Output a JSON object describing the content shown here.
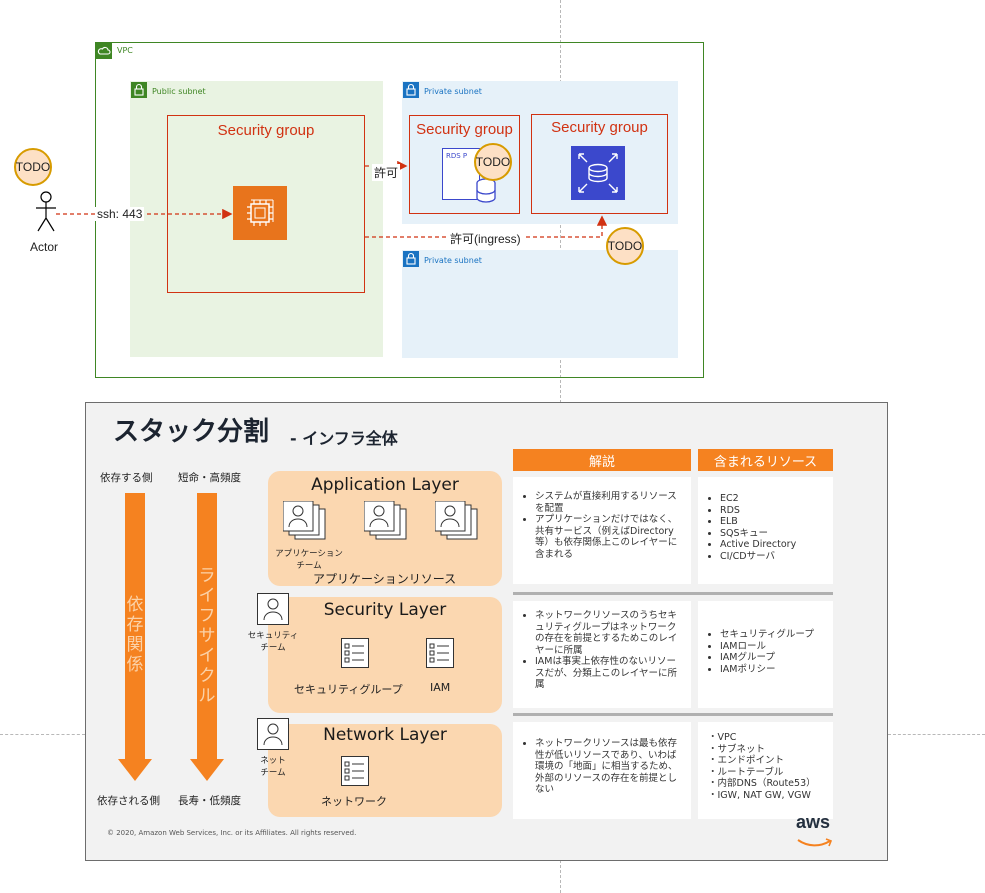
{
  "diagram": {
    "vpc_label": "VPC",
    "public_subnet_label": "Public subnet",
    "private_subnet_1_label": "Private subnet",
    "private_subnet_2_label": "Private subnet",
    "sg_public_label": "Security group",
    "sg_proxy_label": "Security group",
    "sg_rds_label": "Security group",
    "rds_proxy_label": "RDS P",
    "actor_label": "Actor",
    "ssh_label": "ssh: 443",
    "allow_label": "許可",
    "allow_ingress_label": "許可(ingress)",
    "todo_1": "TODO",
    "todo_2": "TODO",
    "todo_3": "TODO",
    "colors": {
      "vpc": "#3f8624",
      "private": "#1a73c2",
      "security_group": "#d13212",
      "ec2": "#e8741c",
      "rds": "#3b48cc",
      "todo_fill": "#fde0c5",
      "todo_border": "#d79b00"
    }
  },
  "slide": {
    "title": "スタック分割",
    "subtitle": "- インフラ全体",
    "left_top_1": "依存する側",
    "left_top_2": "短命・高頻度",
    "left_bottom_1": "依存される側",
    "left_bottom_2": "長寿・低頻度",
    "arrow_text_1": "依存関係",
    "arrow_text_2": "ライフサイクル",
    "header_desc": "解説",
    "header_res": "含まれるリソース",
    "app_layer": {
      "title": "Application Layer",
      "team": "アプリケーション\nチーム",
      "resource": "アプリケーションリソース"
    },
    "sec_layer": {
      "title": "Security Layer",
      "team": "セキュリティ\nチーム",
      "res_1": "セキュリティグループ",
      "res_2": "IAM"
    },
    "net_layer": {
      "title": "Network Layer",
      "team": "ネット\nチーム",
      "res_1": "ネットワーク"
    },
    "desc_app": [
      "システムが直接利用するリソースを配置",
      "アプリケーションだけではなく、共有サービス（例えばDirectory等）も依存関係上このレイヤーに含まれる"
    ],
    "desc_sec": [
      "ネットワークリソースのうちセキュリティグループはネットワークの存在を前提とするためこのレイヤーに所属",
      "IAMは事実上依存性のないリソースだが、分類上このレイヤーに所属"
    ],
    "desc_net": [
      "ネットワークリソースは最も依存性が低いリソースであり、いわば環境の「地面」に相当するため、外部のリソースの存在を前提としない"
    ],
    "res_app": [
      "EC2",
      "RDS",
      "ELB",
      "SQSキュー",
      "Active Directory",
      "CI/CDサーバ"
    ],
    "res_sec": [
      "セキュリティグループ",
      "IAMロール",
      "IAMグループ",
      "IAMポリシー"
    ],
    "res_net": [
      "・VPC",
      "・サブネット",
      "・エンドポイント",
      "・ルートテーブル",
      "・内部DNS（Route53）",
      "・IGW, NAT GW, VGW"
    ],
    "copyright": "© 2020, Amazon Web Services, Inc. or its Affiliates. All rights reserved.",
    "aws_logo": "aws",
    "colors": {
      "accent": "#f58220",
      "layer_fill": "#fbd7b0",
      "panel": "#f2f2f2"
    }
  }
}
